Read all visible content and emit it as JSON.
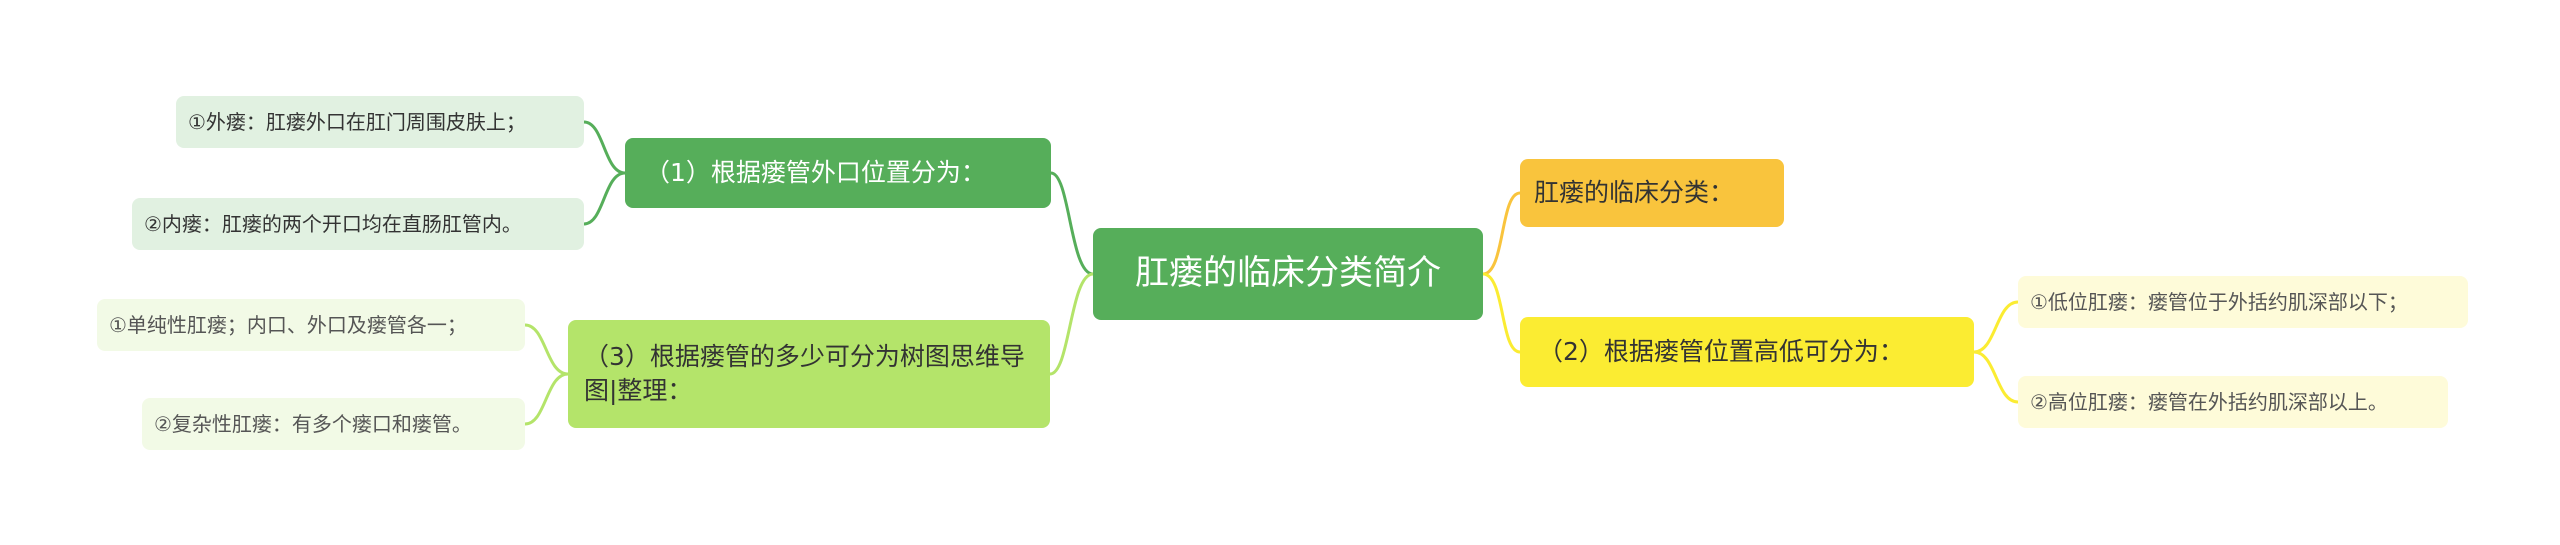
{
  "mindmap": {
    "root": "肛瘘的临床分类简介",
    "left_branches": [
      {
        "label": "（1）根据瘘管外口位置分为：",
        "children": [
          "①外瘘：肛瘘外口在肛门周围皮肤上；",
          "②内瘘：肛瘘的两个开口均在直肠肛管内。"
        ]
      },
      {
        "label": "（3）根据瘘管的多少可分为树图思维导图|整理：",
        "children": [
          "①单纯性肛瘘；内口、外口及瘘管各一；",
          "②复杂性肛瘘：有多个瘘口和瘘管。"
        ]
      }
    ],
    "right_branches": [
      {
        "label": "肛瘘的临床分类：",
        "children": []
      },
      {
        "label": "（2）根据瘘管位置高低可分为：",
        "children": [
          "①低位肛瘘：瘘管位于外括约肌深部以下；",
          "②高位肛瘘：瘘管在外括约肌深部以上。"
        ]
      }
    ]
  },
  "colors": {
    "root": "#56ae5a",
    "branch_green": "#56ae5a",
    "branch_lightgreen": "#b4e46a",
    "branch_orange": "#f9c43d",
    "branch_yellow": "#fbec32",
    "leaf_green": "#e1f1e1",
    "leaf_lightgreen": "#f2fae6",
    "leaf_yellow": "#fefbd9"
  }
}
